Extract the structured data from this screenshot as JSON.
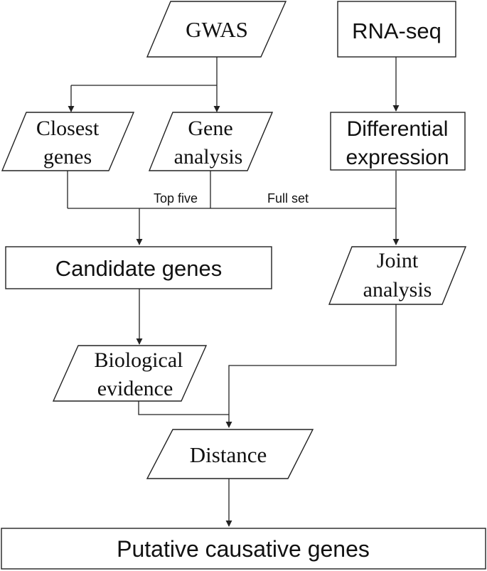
{
  "nodes": {
    "gwas": {
      "label": "GWAS"
    },
    "rnaseq": {
      "label": "RNA-seq"
    },
    "closest_genes": {
      "line1": "Closest",
      "line2": "genes"
    },
    "gene_analysis": {
      "line1": "Gene",
      "line2": "analysis"
    },
    "differential_expression": {
      "line1": "Differential",
      "line2": "expression"
    },
    "candidate_genes": {
      "label": "Candidate genes"
    },
    "joint_analysis": {
      "line1": "Joint",
      "line2": "analysis"
    },
    "biological_evidence": {
      "line1": "Biological",
      "line2": "evidence"
    },
    "distance": {
      "label": "Distance"
    },
    "putative_causative_genes": {
      "label": "Putative causative genes"
    }
  },
  "edge_labels": {
    "top_five": "Top five",
    "full_set": "Full set"
  }
}
